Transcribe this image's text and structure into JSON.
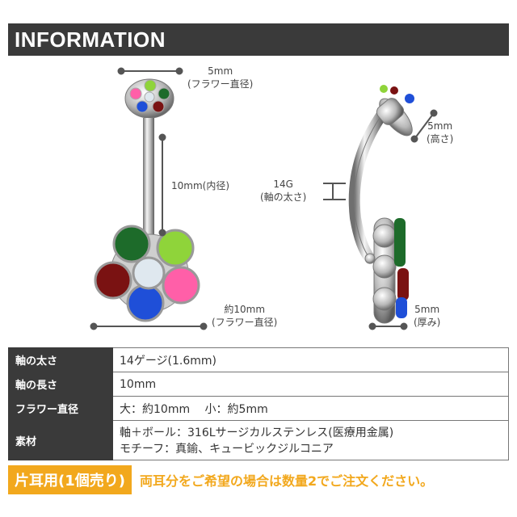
{
  "header": {
    "title": "INFORMATION"
  },
  "dimensions": {
    "flower_small": {
      "value": "5mm",
      "caption": "(フラワー直径)"
    },
    "inner_length": {
      "value": "10mm(内径)"
    },
    "flower_large": {
      "value": "約10mm",
      "caption": "(フラワー直径)"
    },
    "gauge": {
      "value": "14G",
      "caption": "(軸の太さ)"
    },
    "height": {
      "value": "5mm",
      "caption": "(高さ)"
    },
    "thickness": {
      "value": "5mm",
      "caption": "(厚み)"
    }
  },
  "spec": {
    "rows": [
      {
        "key": "軸の太さ",
        "value": "14ゲージ(1.6mm)"
      },
      {
        "key": "軸の長さ",
        "value": "10mm"
      },
      {
        "key": "フラワー直径",
        "value": "大：約10mm　 小：約5mm"
      },
      {
        "key": "素材",
        "value_line1": "軸＋ボール：316Lサージカルステンレス(医療用金属)",
        "value_line2": "モチーフ：真鍮、キュービックジルコニア"
      }
    ]
  },
  "note": {
    "badge": "片耳用(1個売り)",
    "message": "両耳分をご希望の場合は数量2でご注文ください。"
  },
  "colors": {
    "header_bg": "#3a3a3a",
    "accent": "#f2a81d",
    "gem_green": "#1d6b2a",
    "gem_lime": "#8fd43a",
    "gem_red": "#7a1212",
    "gem_pink": "#ff5fa8",
    "gem_blue": "#1f4fd8",
    "gem_clear": "#dfe8ef"
  }
}
